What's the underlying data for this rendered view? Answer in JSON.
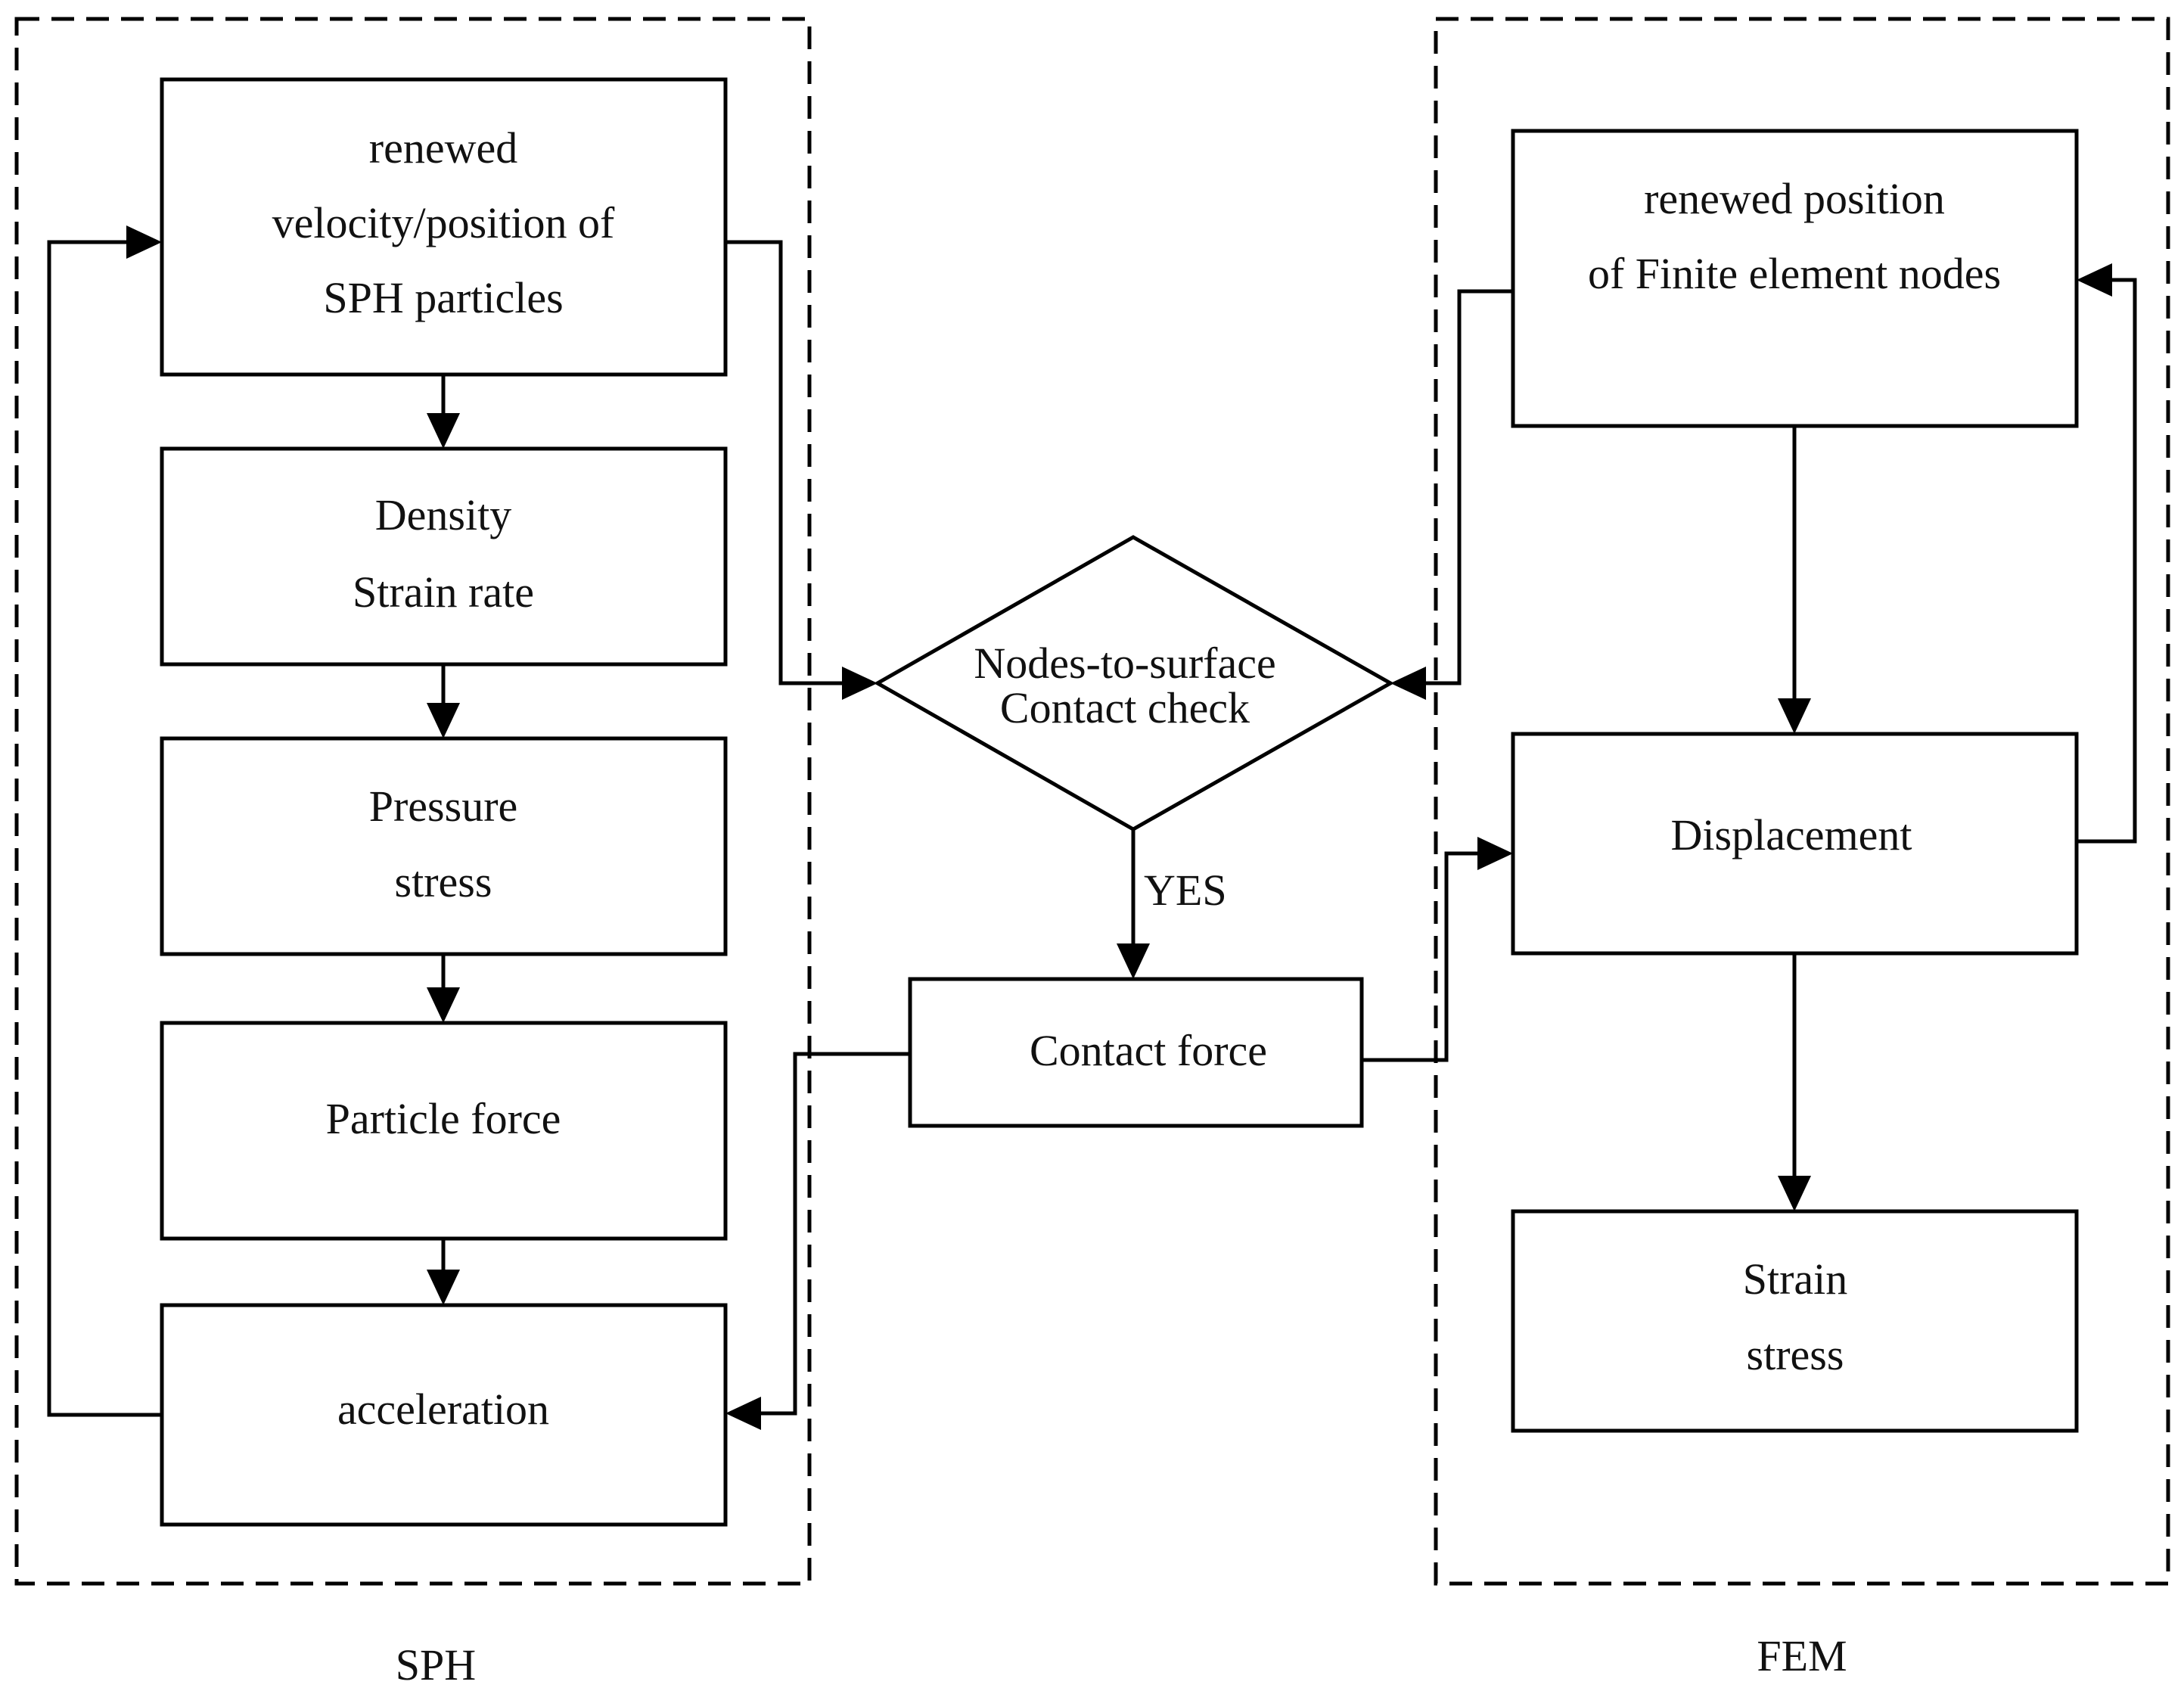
{
  "groups": {
    "sph": {
      "label": "SPH"
    },
    "fem": {
      "label": "FEM"
    }
  },
  "nodes": {
    "sph_velocity": {
      "lines": [
        "renewed",
        "velocity/position of",
        "SPH particles"
      ]
    },
    "sph_density": {
      "lines": [
        "Density",
        "Strain rate"
      ]
    },
    "sph_pressure": {
      "lines": [
        "Pressure",
        "stress"
      ]
    },
    "sph_particle_force": {
      "lines": [
        "Particle force"
      ]
    },
    "sph_acceleration": {
      "lines": [
        "acceleration"
      ]
    },
    "contact_check": {
      "lines": [
        "Nodes-to-surface",
        "Contact check"
      ]
    },
    "contact_force": {
      "lines": [
        "Contact force"
      ]
    },
    "fem_position": {
      "lines": [
        "renewed position",
        "of Finite element nodes"
      ]
    },
    "fem_displacement": {
      "lines": [
        "Displacement"
      ]
    },
    "fem_strain": {
      "lines": [
        "Strain",
        "stress"
      ]
    }
  },
  "edges": {
    "contact_yes": {
      "label": "YES"
    }
  }
}
